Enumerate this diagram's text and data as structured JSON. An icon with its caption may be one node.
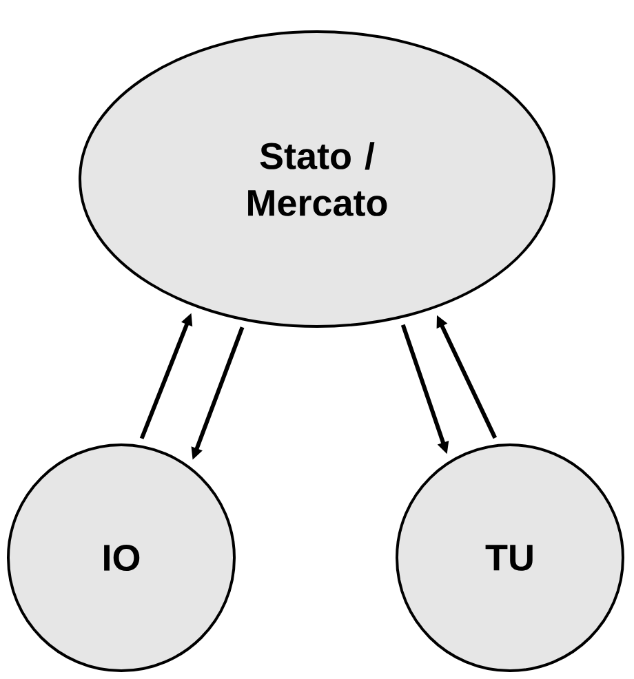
{
  "diagram": {
    "nodes": [
      {
        "text": [
          "Stato / Mercato"
        ]
      },
      {
        "text": [
          "IO"
        ]
      },
      {
        "text": [
          "TU"
        ]
      }
    ],
    "edges": [
      {
        "from": 1,
        "to": 0,
        "arrow": "to"
      },
      {
        "from": 0,
        "to": 1,
        "arrow": "to"
      },
      {
        "from": 0,
        "to": 2,
        "arrow": "to"
      },
      {
        "from": 2,
        "to": 0,
        "arrow": "to"
      }
    ]
  }
}
